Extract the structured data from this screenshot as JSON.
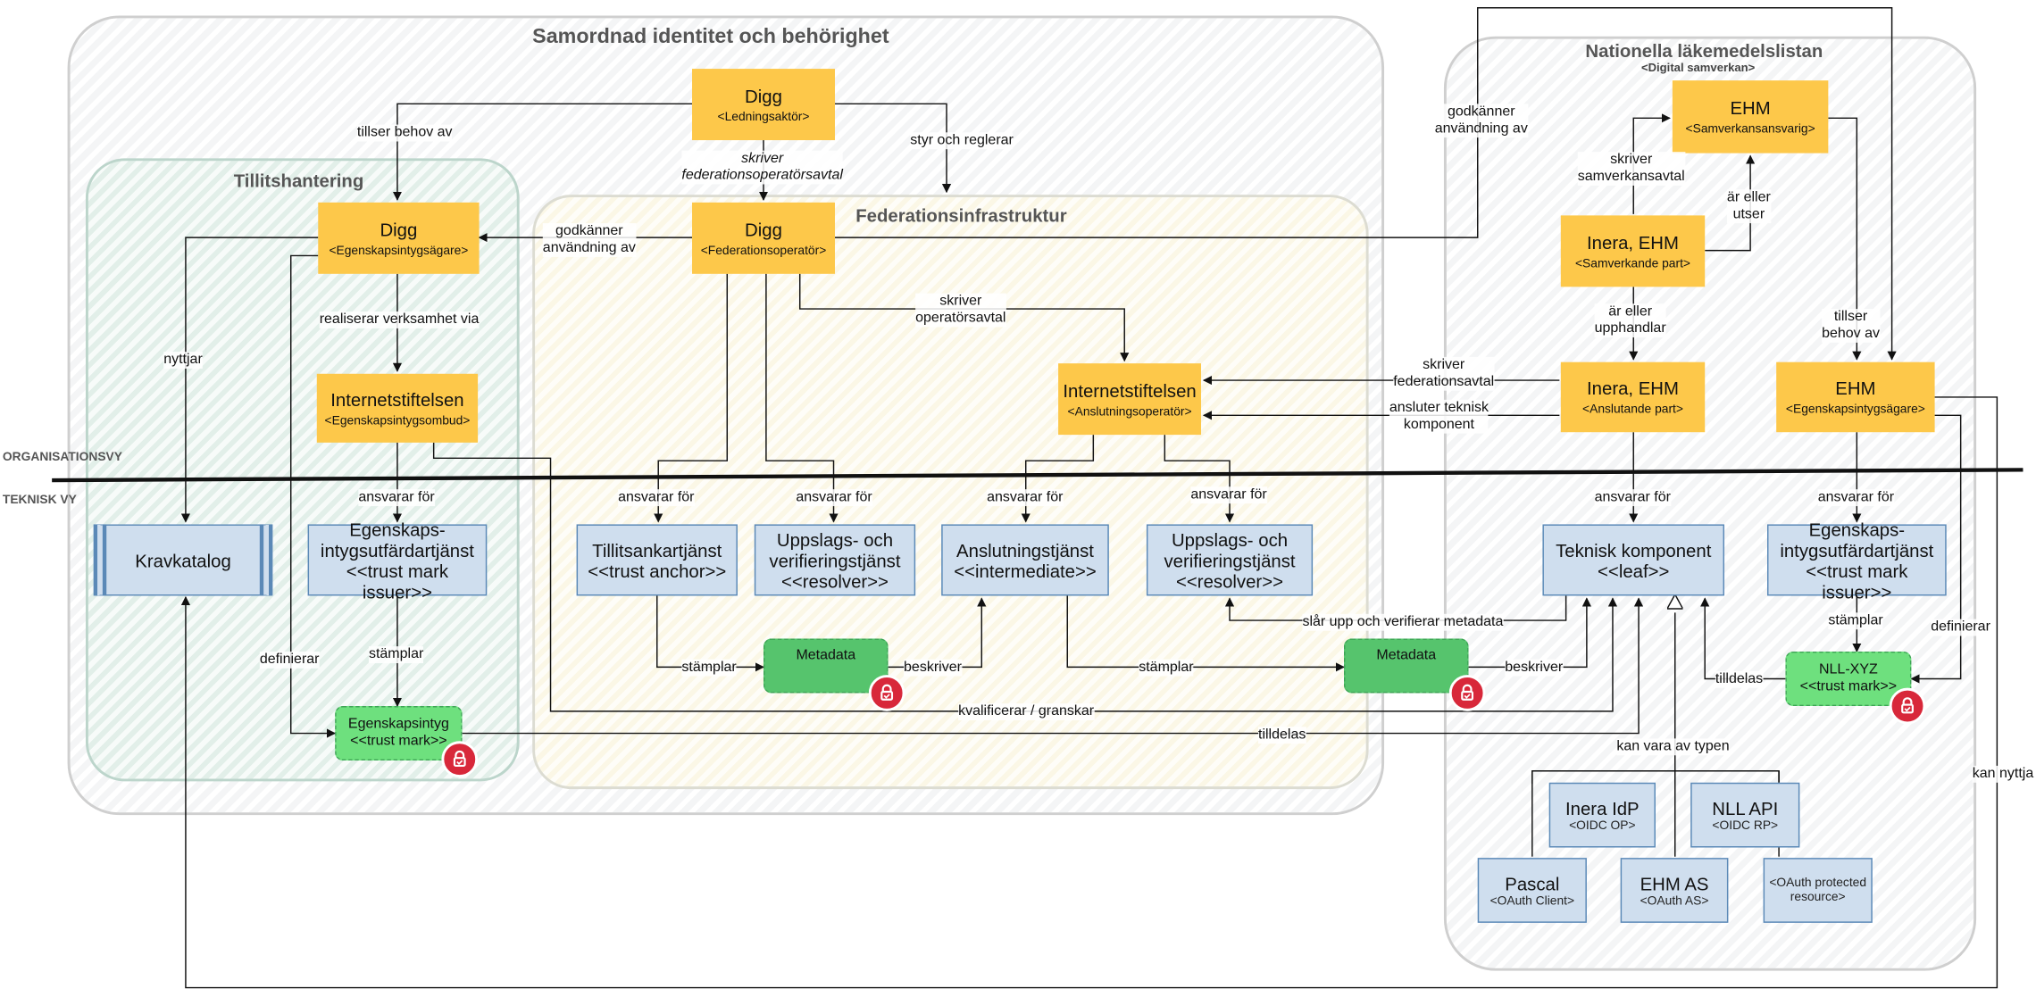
{
  "regions": {
    "samordnad": "Samordnad identitet och behörighet",
    "tillit": "Tillitshantering",
    "federation": "Federationsinfrastruktur",
    "nll": "Nationella läkemedelslistan",
    "nll_sub": "<Digital samverkan>"
  },
  "side_labels": {
    "org": "ORGANISATIONSVY",
    "tech": "TEKNISK VY"
  },
  "boxes": {
    "digg_led": {
      "title": "Digg",
      "sub": "<Ledningsaktör>"
    },
    "digg_egen": {
      "title": "Digg",
      "sub": "<Egenskapsintygsägare>"
    },
    "digg_fed": {
      "title": "Digg",
      "sub": "<Federationsoperatör>"
    },
    "inet_ombud": {
      "title": "Internetstiftelsen",
      "sub": "<Egenskapsintygsombud>"
    },
    "inet_ansl": {
      "title": "Internetstiftelsen",
      "sub": "<Anslutningsoperatör>"
    },
    "ehm_samv": {
      "title": "EHM",
      "sub": "<Samverkansansvarig>"
    },
    "inera_samv": {
      "title": "Inera, EHM",
      "sub": "<Samverkande part>"
    },
    "inera_ansl": {
      "title": "Inera, EHM",
      "sub": "<Anslutande part>"
    },
    "ehm_egen": {
      "title": "EHM",
      "sub": "<Egenskapsintygsägare>"
    },
    "kravkatalog": {
      "title": "Kravkatalog"
    },
    "egen_utf1": {
      "line1": "Egenskaps-",
      "line2": "intygsutfärdartjänst",
      "line3": "<<trust mark issuer>>"
    },
    "tillit_ank": {
      "line1": "Tillitsankartjänst",
      "line2": "<<trust anchor>>"
    },
    "upps1": {
      "line1": "Uppslags- och",
      "line2": "verifieringstjänst",
      "line3": "<<resolver>>"
    },
    "anslutning": {
      "line1": "Anslutningstjänst",
      "line2": "<<intermediate>>"
    },
    "upps2": {
      "line1": "Uppslags- och",
      "line2": "verifieringstjänst",
      "line3": "<<resolver>>"
    },
    "teknisk": {
      "line1": "Teknisk komponent",
      "line2": "<<leaf>>"
    },
    "egen_utf2": {
      "line1": "Egenskaps-",
      "line2": "intygsutfärdartjänst",
      "line3": "<<trust mark issuer>>"
    },
    "meta1": {
      "title": "Metadata"
    },
    "meta2": {
      "title": "Metadata"
    },
    "egenintyg": {
      "line1": "Egenskapsintyg",
      "line2": "<<trust mark>>"
    },
    "nll_xyz": {
      "line1": "NLL-XYZ",
      "line2": "<<trust mark>>"
    },
    "inera_idp": {
      "title": "Inera IdP",
      "sub": "<OIDC OP>"
    },
    "nll_api": {
      "title": "NLL API",
      "sub": "<OIDC RP>"
    },
    "pascal": {
      "title": "Pascal",
      "sub": "<OAuth Client>"
    },
    "ehm_as": {
      "title": "EHM AS",
      "sub": "<OAuth AS>"
    },
    "oauth_res": {
      "line1": "<OAuth protected",
      "line2": "resource>"
    }
  },
  "labels": {
    "tillser": "tillser behov av",
    "skriver_fed_1": "skriver",
    "skriver_fed_2": "federationsoperatörsavtal",
    "styr": "styr och reglerar",
    "godkanner1_1": "godkänner",
    "godkanner1_2": "användning av",
    "realiserar": "realiserar verksamhet via",
    "nyttjar": "nyttjar",
    "skriver_op_1": "skriver",
    "skriver_op_2": "operatörsavtal",
    "godkanner2_1": "godkänner",
    "godkanner2_2": "användning av",
    "skriver_samv_1": "skriver",
    "skriver_samv_2": "samverkansavtal",
    "ar_utser_1": "är eller",
    "ar_utser_2": "utser",
    "ar_upph_1": "är eller",
    "ar_upph_2": "upphandlar",
    "tillser2_1": "tillser",
    "tillser2_2": "behov av",
    "skriver_fedavtal_1": "skriver",
    "skriver_fedavtal_2": "federationsavtal",
    "ansluter_1": "ansluter teknisk",
    "ansluter_2": "komponent",
    "ansvarar": "ansvarar för",
    "stamplar": "stämplar",
    "definierar": "definierar",
    "beskriver": "beskriver",
    "slar_upp": "slår upp och verifierar metadata",
    "kvalificerar": "kvalificerar / granskar",
    "tilldelas": "tilldelas",
    "kan_vara": "kan vara av typen",
    "kan_nyttja": "kan nyttja"
  },
  "colors": {
    "org": "#fdc84a",
    "tech": "#cfdeee",
    "green": "#56c46d",
    "lock": "#d8283a"
  },
  "icons": [
    "lock-badge-icon",
    "arrow-icon"
  ]
}
